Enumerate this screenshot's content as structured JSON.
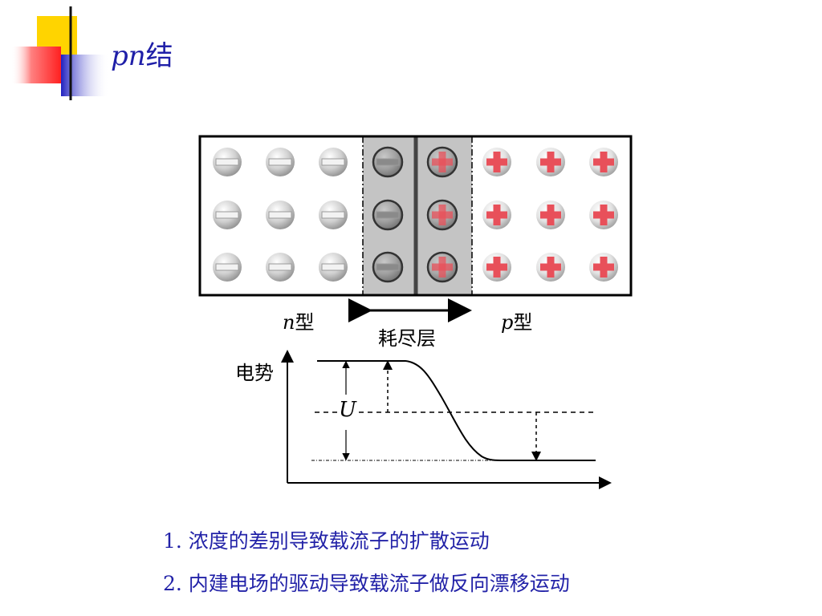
{
  "slide": {
    "title_italic": "pn",
    "title_rest": "结"
  },
  "diagram": {
    "n_label_italic": "n",
    "n_label_rest": "型",
    "p_label_italic": "p",
    "p_label_rest": "型",
    "depletion_label": "耗尽层",
    "potential_label": "电势",
    "voltage_label": "U"
  },
  "points": [
    "1. 浓度的差别导致载流子的扩散运动",
    "2. 内建电场的驱动导致载流子做反向漂移运动"
  ],
  "colors": {
    "title": "#1f1fa8",
    "points": "#2323a8",
    "accent_yellow": "#ffd700",
    "accent_red": "#ff3030",
    "accent_blue": "#2a2ad0",
    "plus_ion": "#e8505a",
    "minus_ion": "#a8a8a8"
  }
}
